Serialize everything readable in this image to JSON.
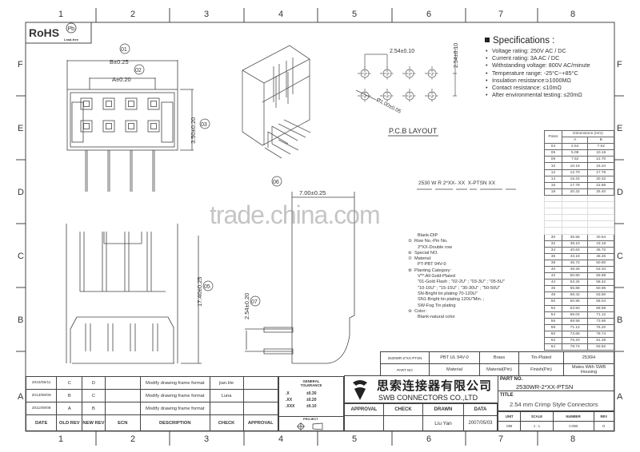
{
  "frame": {
    "zone_numbers": [
      "1",
      "2",
      "3",
      "4",
      "5",
      "6",
      "7",
      "8"
    ],
    "zone_letters": [
      "F",
      "E",
      "D",
      "C",
      "B",
      "A"
    ]
  },
  "rohs": {
    "label": "RoHS",
    "pb_mark": "Pb",
    "lead_free": "Lead-free"
  },
  "front_view": {
    "b_dim": "B±0.25",
    "a_dim": "A±0.20",
    "height_dim": "3.50±0.20",
    "balloons": [
      "01",
      "02",
      "03"
    ]
  },
  "side_view": {
    "height_dim": "17.40±0.25",
    "balloon": "05"
  },
  "right_view": {
    "width_dim": "7.00±0.25",
    "pitch_dim": "2.54±0.20",
    "balloons": [
      "06",
      "07"
    ]
  },
  "pcb_layout": {
    "title": "P.C.B LAYOUT",
    "pitch_x": "2.54±0.10",
    "pitch_y": "2.54±0.10",
    "hole": "Ø1.00±0.05"
  },
  "specifications": {
    "title": "Specifications :",
    "items": [
      "Voltage rating: 250V AC / DC",
      "Current rating: 3A  AC / DC",
      "Withstanding voltage: 800V AC/minute",
      "Temperature range: -25°C~+85°C",
      "Insulation resistance:≥1000MΩ",
      "Contact resistance: ≤10mΩ",
      "After environmental testing:  ≤20mΩ"
    ]
  },
  "dimensions_table": {
    "title": "Dimensions (mm)",
    "col_poles": "Poles",
    "col_a": "A",
    "col_b": "B",
    "rows_top": [
      [
        "04",
        "2.54",
        "7.62"
      ],
      [
        "06",
        "5.08",
        "10.16"
      ],
      [
        "08",
        "7.62",
        "12.70"
      ],
      [
        "10",
        "10.16",
        "15.24"
      ],
      [
        "12",
        "12.70",
        "17.78"
      ],
      [
        "14",
        "15.24",
        "20.32"
      ],
      [
        "16",
        "17.78",
        "22.86"
      ],
      [
        "18",
        "20.32",
        "25.40"
      ]
    ],
    "rows_bottom": [
      [
        "30",
        "35.56",
        "40.64"
      ],
      [
        "32",
        "38.10",
        "43.18"
      ],
      [
        "34",
        "40.64",
        "45.72"
      ],
      [
        "36",
        "43.18",
        "48.26"
      ],
      [
        "38",
        "45.72",
        "50.80"
      ],
      [
        "40",
        "48.26",
        "53.34"
      ],
      [
        "42",
        "50.80",
        "55.88"
      ],
      [
        "44",
        "53.34",
        "58.42"
      ],
      [
        "46",
        "55.88",
        "60.96"
      ],
      [
        "48",
        "58.42",
        "63.50"
      ],
      [
        "50",
        "60.96",
        "66.04"
      ],
      [
        "52",
        "63.50",
        "68.58"
      ],
      [
        "54",
        "66.04",
        "71.12"
      ],
      [
        "56",
        "68.58",
        "73.66"
      ],
      [
        "58",
        "71.12",
        "76.20"
      ],
      [
        "60",
        "73.66",
        "78.74"
      ],
      [
        "62",
        "76.20",
        "81.28"
      ],
      [
        "64",
        "78.74",
        "83.82"
      ]
    ]
  },
  "part_code": {
    "code": "2530 W R 2*XX- XX  X-PTSN XX",
    "lines": [
      {
        "num": "",
        "text": "Blank-DIP",
        "indent": true
      },
      {
        "num": "⑤",
        "text": "Row No.-Pin No.",
        "indent": false
      },
      {
        "num": "",
        "text": "2*XX-Double row",
        "indent": true
      },
      {
        "num": "⑥",
        "text": "Special NO.",
        "indent": false
      },
      {
        "num": "⑦",
        "text": "Material:",
        "indent": false
      },
      {
        "num": "",
        "text": "PT-PBT 94V-0",
        "indent": true
      },
      {
        "num": "⑧",
        "text": "Planting Category:",
        "indent": false
      },
      {
        "num": "",
        "text": "V**:All Gold-Plated",
        "indent": true
      },
      {
        "num": "",
        "text": "\"01-Gold Flash  ; \"02-2U\" ; \"03-3U\" ; \"05-5U\"",
        "indent": true
      },
      {
        "num": "",
        "text": "\"10-10U\" ; \"15-15U\" ; \"30-30U\" ; \"50-50U\"",
        "indent": true
      },
      {
        "num": "",
        "text": "SN-Bright tin plating 70-120U\"",
        "indent": true
      },
      {
        "num": "",
        "text": "SN1-Bright tin plating 120U\"Min. ;",
        "indent": true
      },
      {
        "num": "",
        "text": "SW-Fog Tin plating",
        "indent": true
      },
      {
        "num": "⑨",
        "text": "Color:",
        "indent": false
      },
      {
        "num": "",
        "text": "Blank-natural color",
        "indent": true
      }
    ]
  },
  "material_table": {
    "values": [
      "2530WR-2*XX-PTSN",
      "PBT  UL 94V-0",
      "Brass",
      "Tin-Plated",
      "2530H"
    ],
    "headers": [
      "PART NO",
      "Material",
      "Material(Pin)",
      "Finish(Pin)",
      "Mates With SWB  Housing"
    ]
  },
  "title_block": {
    "company_cn": "思索连接器有限公司",
    "company_en": "SWB CONNECTORS CO.,LTD",
    "part_no_label": "PART NO.",
    "part_no": "2530WR-2*XX-PTSN",
    "title_label": "TITLE",
    "title": "2.54 mm Crimp Style Connectors",
    "unit_label": "UNIT",
    "unit": "MM",
    "scale_label": "SCALE",
    "scale": "1 : 1",
    "number_label": "NUMBER",
    "number": "A-093",
    "rev_label": "REV",
    "rev": "D",
    "approval_label": "APPROVAL",
    "check_label": "CHECK",
    "drawn_label": "DRAWN",
    "data_label": "DATA",
    "approval": "",
    "check": "",
    "drawn": "Liu Yan",
    "date": "2007/05/03"
  },
  "revisions": {
    "headers": [
      "DATE",
      "OLD REV",
      "NEW REV",
      "ECN",
      "DESCRIPTION",
      "CHECK",
      "APPROVAL"
    ],
    "rows": [
      [
        "2015/05/11",
        "C",
        "D",
        "",
        "Modify drawing frame format",
        "jian.He",
        ""
      ],
      [
        "2013/08/09",
        "B",
        "C",
        "",
        "Modify drawing frame format",
        "Luna",
        ""
      ],
      [
        "2011/09/08",
        "A",
        "B",
        "",
        "Modify drawing frame format",
        "",
        ""
      ]
    ]
  },
  "tolerance": {
    "title": "GENERAL TOLERANCE",
    "rows": [
      [
        ".X",
        "±0.30"
      ],
      [
        ".XX",
        "±0.20"
      ],
      [
        ".XXX",
        "±0.10"
      ]
    ],
    "project_label": "PROJECT"
  },
  "watermark": "trade.china.com"
}
